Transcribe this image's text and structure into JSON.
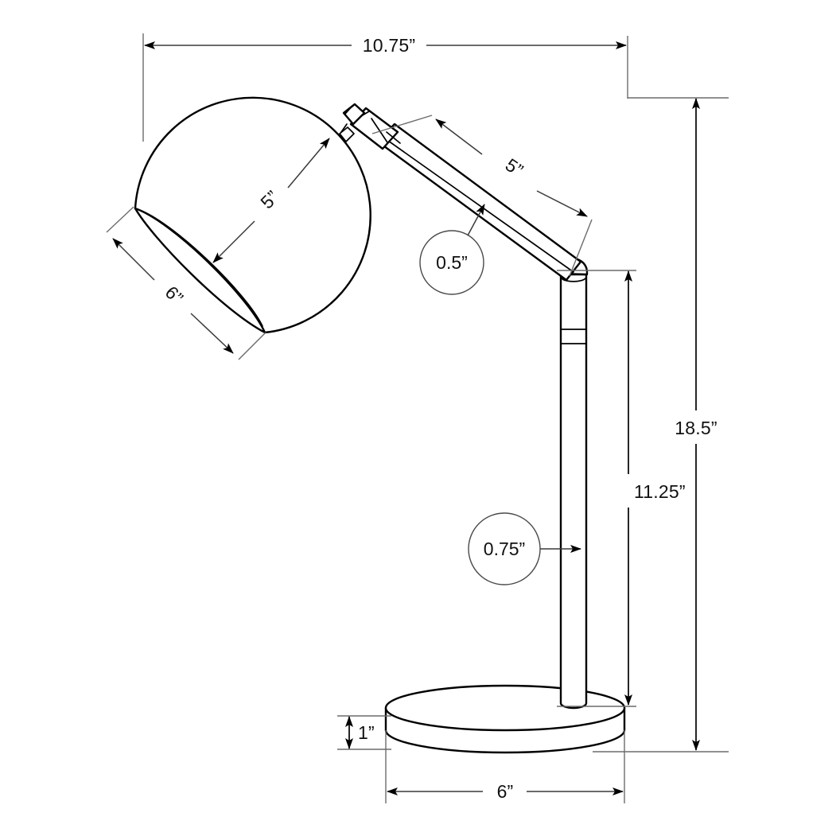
{
  "drawing": {
    "title": "Table Lamp Dimensioned Line Drawing",
    "subject": "desk lamp with spherical shade, articulated arm, cylindrical post and round base",
    "units": "inches",
    "unit_symbol": "”",
    "line_color": "#000000",
    "dimension_line_color": "#3a3a3a",
    "background_color": "#ffffff"
  },
  "dimensions": {
    "overall_width": {
      "label": "10.75”",
      "value": 10.75,
      "placement": "top",
      "arrows": "both"
    },
    "overall_height": {
      "label": "18.5”",
      "value": 18.5,
      "placement": "right-outer",
      "arrows": "both"
    },
    "post_height": {
      "label": "11.25”",
      "value": 11.25,
      "placement": "right-inner",
      "arrows": "both"
    },
    "shade_depth": {
      "label": "5”",
      "value": 5,
      "placement": "shade-diagonal",
      "arrows": "both"
    },
    "shade_diameter": {
      "label": "6”",
      "value": 6,
      "placement": "shade-opening",
      "arrows": "both"
    },
    "arm_length": {
      "label": "5”",
      "value": 5,
      "placement": "arm-diagonal",
      "arrows": "both"
    },
    "base_height": {
      "label": "1”",
      "value": 1,
      "placement": "base-left",
      "arrows": "both"
    },
    "base_diameter": {
      "label": "6”",
      "value": 6,
      "placement": "base-bottom",
      "arrows": "both"
    }
  },
  "callouts": [
    {
      "label": "0.5”",
      "value": 0.5,
      "target": "upper-arm-diameter"
    },
    {
      "label": "0.75”",
      "value": 0.75,
      "target": "vertical-post-diameter"
    }
  ]
}
